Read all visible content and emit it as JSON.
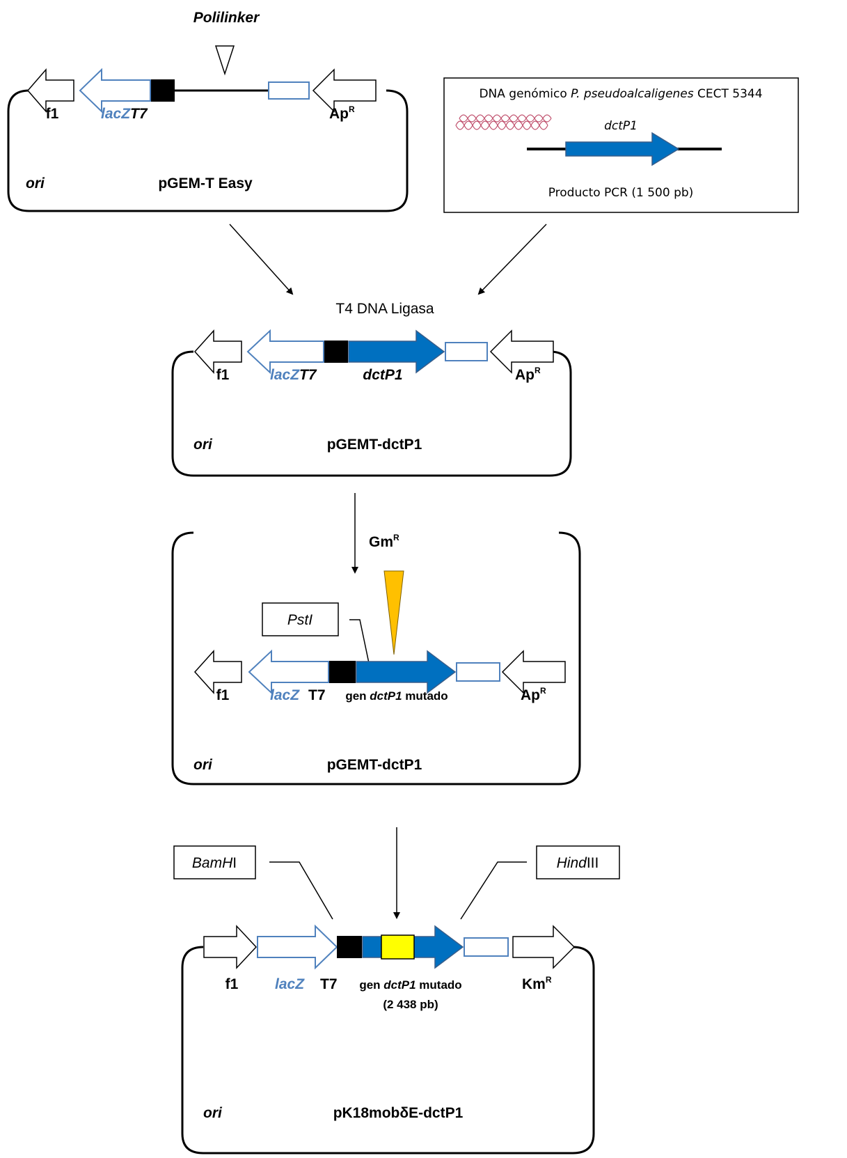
{
  "polilinker_label": "Polilinker",
  "colors": {
    "lacz_outline": "#4f81bd",
    "dctp1_fill": "#0070c0",
    "gm_marker": "#ffc000",
    "insert_box": "#ffff00",
    "black_box": "#000000"
  },
  "plasmid1": {
    "f1": "f1",
    "lacz": "lacZ",
    "t7": "T7",
    "ap": "Ap",
    "ap_sup": "R",
    "ori": "ori",
    "name": "pGEM-T Easy"
  },
  "genomic_box": {
    "title_pre": "DNA genómico ",
    "title_species": "P. pseudoalcaligenes",
    "title_post": " CECT 5344",
    "gene_label": "dctP1",
    "product": "Producto PCR (1 500 pb)"
  },
  "ligase_label": "T4 DNA Ligasa",
  "plasmid2": {
    "f1": "f1",
    "lacz": "lacZ",
    "t7": "T7",
    "gene": "dctP1",
    "ap": "Ap",
    "ap_sup": "R",
    "ori": "ori",
    "name": "pGEMT-dctP1"
  },
  "gm_label": "Gm",
  "gm_sup": "R",
  "plasmid3": {
    "site": "PstI",
    "f1": "f1",
    "lacz": "lacZ",
    "t7": "T7",
    "gene_pre": "gen ",
    "gene": "dctP1",
    "gene_post": " mutado",
    "ap": "Ap",
    "ap_sup": "R",
    "ori": "ori",
    "name": "pGEMT-dctP1"
  },
  "plasmid4": {
    "site_left_a": "BamH",
    "site_left_b": "I",
    "site_right_a": "Hind",
    "site_right_b": "III",
    "f1": "f1",
    "lacz": "lacZ",
    "t7": "T7",
    "gene_pre": "gen ",
    "gene": "dctP1",
    "gene_post": " mutado",
    "size": "(2 438 pb)",
    "km": "Km",
    "km_sup": "R",
    "ori": "ori",
    "name": "pK18mobδE-dctP1"
  }
}
